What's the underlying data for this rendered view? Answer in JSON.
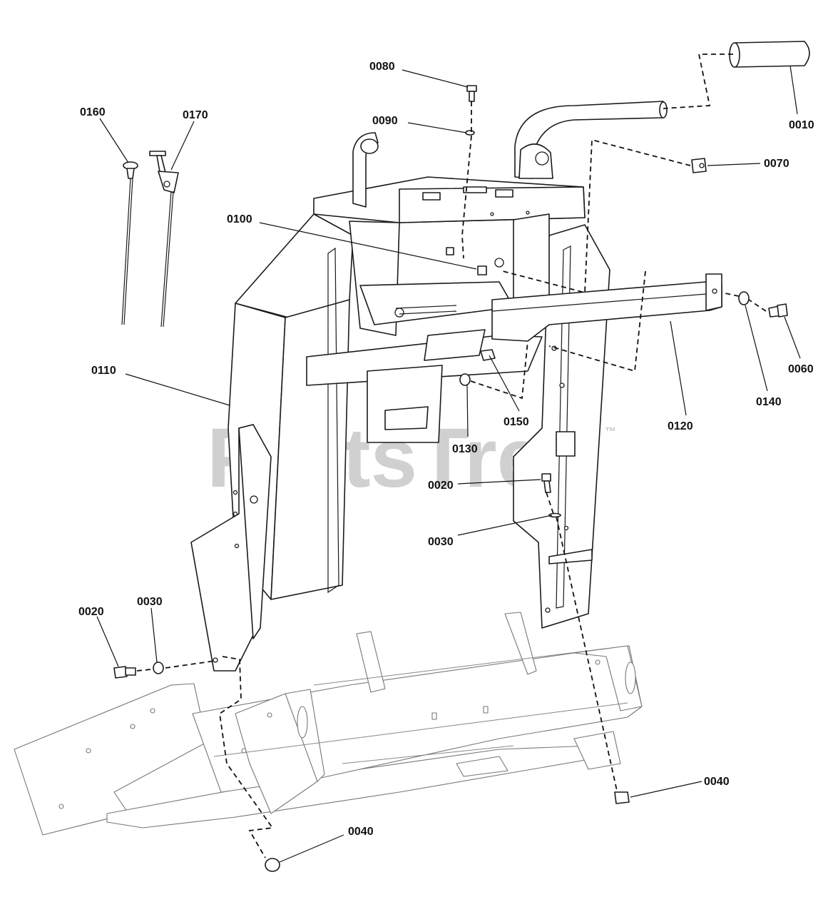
{
  "watermark": {
    "text": "PartsTree",
    "trademark": "™"
  },
  "colors": {
    "line": "#1a1a1a",
    "watermark": "#c8c8c8",
    "background": "#ffffff"
  },
  "callouts": [
    {
      "id": "c0010",
      "label": "0010"
    },
    {
      "id": "c0070",
      "label": "0070"
    },
    {
      "id": "c0080",
      "label": "0080"
    },
    {
      "id": "c0090",
      "label": "0090"
    },
    {
      "id": "c0100",
      "label": "0100"
    },
    {
      "id": "c0160",
      "label": "0160"
    },
    {
      "id": "c0170",
      "label": "0170"
    },
    {
      "id": "c0110",
      "label": "0110"
    },
    {
      "id": "c0060",
      "label": "0060"
    },
    {
      "id": "c0140",
      "label": "0140"
    },
    {
      "id": "c0120",
      "label": "0120"
    },
    {
      "id": "c0150",
      "label": "0150"
    },
    {
      "id": "c0130",
      "label": "0130"
    },
    {
      "id": "c0020a",
      "label": "0020"
    },
    {
      "id": "c0030a",
      "label": "0030"
    },
    {
      "id": "c0020b",
      "label": "0020"
    },
    {
      "id": "c0030b",
      "label": "0030"
    },
    {
      "id": "c0040a",
      "label": "0040"
    },
    {
      "id": "c0040b",
      "label": "0040"
    }
  ]
}
